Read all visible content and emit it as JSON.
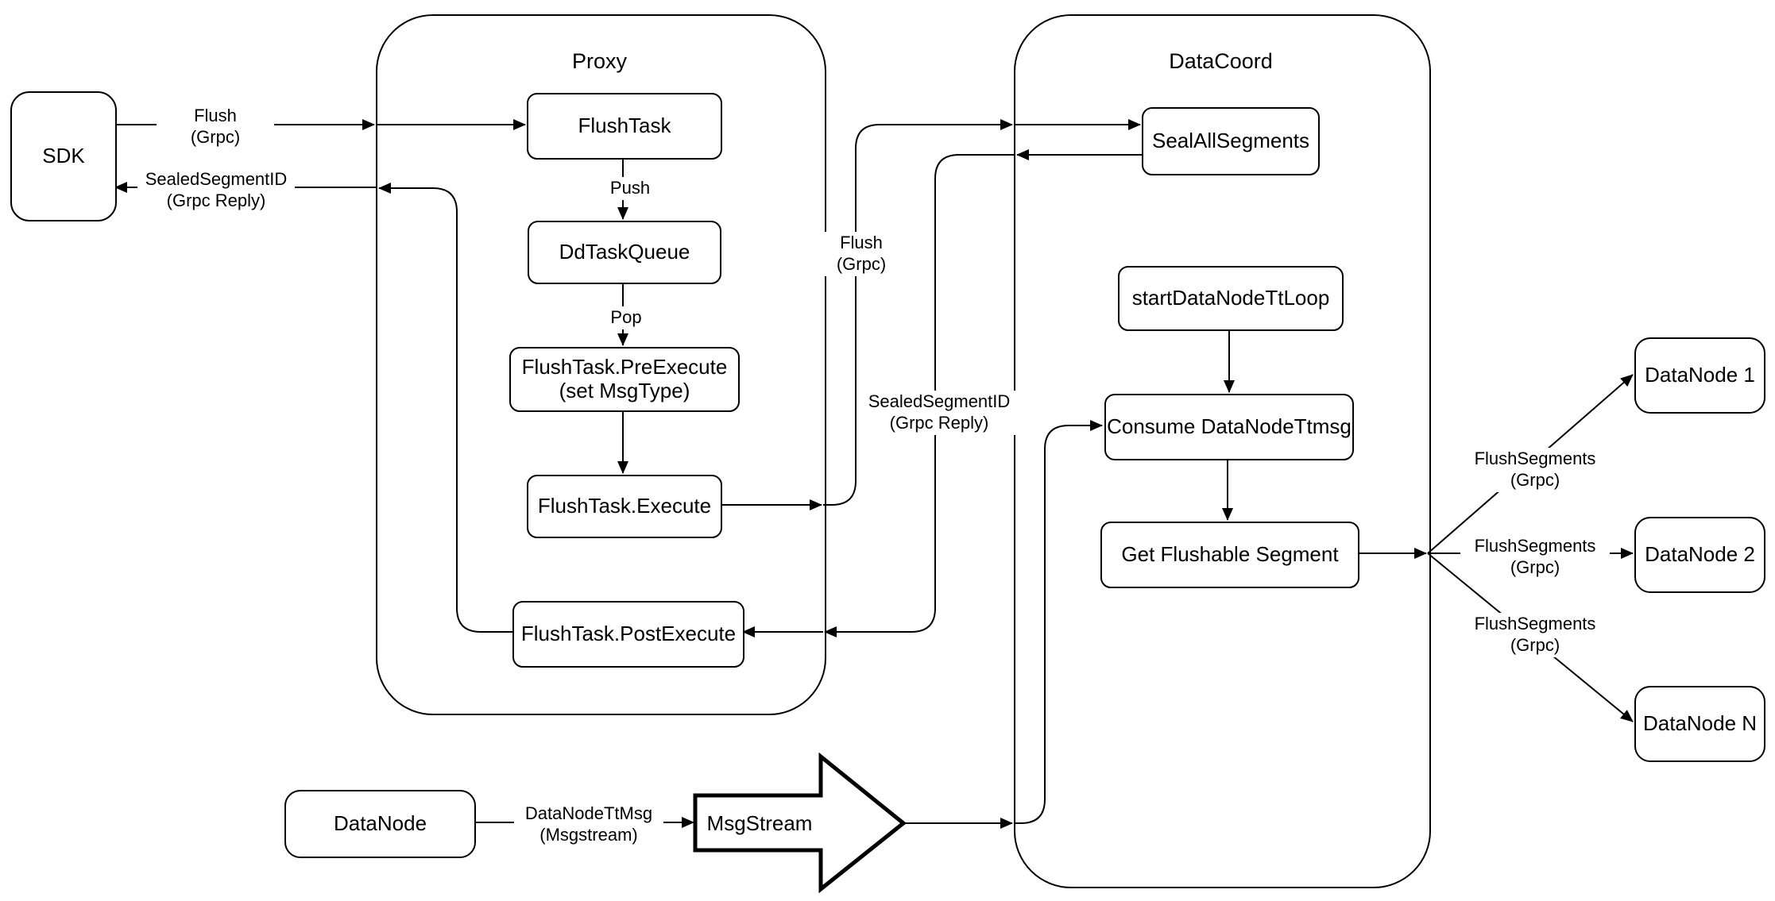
{
  "colors": {
    "line": "#000000",
    "background": "#ffffff",
    "node_fill": "#ffffff",
    "text": "#000000"
  },
  "containers": {
    "proxy": {
      "title": "Proxy"
    },
    "datacoord": {
      "title": "DataCoord"
    }
  },
  "nodes": {
    "sdk": {
      "label": "SDK"
    },
    "flush_task": {
      "label": "FlushTask"
    },
    "dd_task_queue": {
      "label": "DdTaskQueue"
    },
    "pre_execute": {
      "line1": "FlushTask.PreExecute",
      "line2": "(set MsgType)"
    },
    "execute": {
      "label": "FlushTask.Execute"
    },
    "post_execute": {
      "label": "FlushTask.PostExecute"
    },
    "seal_all_segments": {
      "label": "SealAllSegments"
    },
    "start_data_node_tt_loop": {
      "label": "startDataNodeTtLoop"
    },
    "consume_data_node_ttmsg": {
      "label": "Consume DataNodeTtmsg"
    },
    "get_flushable_segment": {
      "label": "Get Flushable Segment"
    },
    "data_node_1": {
      "label": "DataNode 1"
    },
    "data_node_2": {
      "label": "DataNode 2"
    },
    "data_node_n": {
      "label": "DataNode N"
    },
    "data_node": {
      "label": "DataNode"
    },
    "msg_stream": {
      "label": "MsgStream"
    }
  },
  "edge_labels": {
    "flush_grpc_left": {
      "line1": "Flush",
      "line2": "(Grpc)"
    },
    "sealed_segment_id_left": {
      "line1": "SealedSegmentID",
      "line2": "(Grpc Reply)"
    },
    "push": {
      "label": "Push"
    },
    "pop": {
      "label": "Pop"
    },
    "flush_grpc_mid": {
      "line1": "Flush",
      "line2": "(Grpc)"
    },
    "sealed_segment_id_mid": {
      "line1": "SealedSegmentID",
      "line2": "(Grpc Reply)"
    },
    "data_node_tt_msg": {
      "line1": "DataNodeTtMsg",
      "line2": "(Msgstream)"
    },
    "flush_segments_1": {
      "line1": "FlushSegments",
      "line2": "(Grpc)"
    },
    "flush_segments_2": {
      "line1": "FlushSegments",
      "line2": "(Grpc)"
    },
    "flush_segments_3": {
      "line1": "FlushSegments",
      "line2": "(Grpc)"
    }
  }
}
